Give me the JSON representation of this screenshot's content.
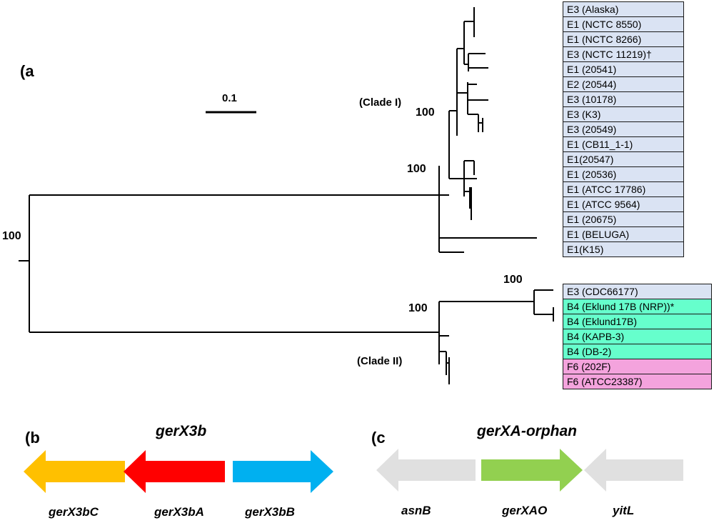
{
  "panels": {
    "a": "(a",
    "b": "(b",
    "c": "(c"
  },
  "scale_bar": "0.1",
  "clades": {
    "clade1": "(Clade I)",
    "clade2": "(Clade II)"
  },
  "supports": {
    "root": "100",
    "clade1_outer": "100",
    "clade1_inner": "100",
    "clade2_outer": "100",
    "clade2_top": "100"
  },
  "strains_clade1": [
    {
      "label": "E3 (Alaska)",
      "color": "#dae3f3"
    },
    {
      "label": "E1 (NCTC 8550)",
      "color": "#dae3f3"
    },
    {
      "label": "E1 (NCTC 8266)",
      "color": "#dae3f3"
    },
    {
      "label": "E3 (NCTC 11219)†",
      "color": "#dae3f3"
    },
    {
      "label": "E1 (20541)",
      "color": "#dae3f3"
    },
    {
      "label": "E2 (20544)",
      "color": "#dae3f3"
    },
    {
      "label": "E3 (10178)",
      "color": "#dae3f3"
    },
    {
      "label": "E3 (K3)",
      "color": "#dae3f3"
    },
    {
      "label": "E3 (20549)",
      "color": "#dae3f3"
    },
    {
      "label": "E1 (CB11_1-1)",
      "color": "#dae3f3"
    },
    {
      "label": "E1(20547)",
      "color": "#dae3f3"
    },
    {
      "label": "E1 (20536)",
      "color": "#dae3f3"
    },
    {
      "label": "E1 (ATCC 17786)",
      "color": "#dae3f3"
    },
    {
      "label": "E1 (ATCC 9564)",
      "color": "#dae3f3"
    },
    {
      "label": "E1 (20675)",
      "color": "#dae3f3"
    },
    {
      "label": "E1 (BELUGA)",
      "color": "#dae3f3"
    },
    {
      "label": "E1(K15)",
      "color": "#dae3f3"
    }
  ],
  "strains_clade2": [
    {
      "label": "E3 (CDC66177)",
      "color": "#dae3f3"
    },
    {
      "label": "B4 (Eklund 17B (NRP))*",
      "color": "#66ffcc"
    },
    {
      "label": "B4 (Eklund17B)",
      "color": "#66ffcc"
    },
    {
      "label": "B4 (KAPB-3)",
      "color": "#66ffcc"
    },
    {
      "label": "B4 (DB-2)",
      "color": "#66ffcc"
    },
    {
      "label": "F6 (202F)",
      "color": "#f4a3dd"
    },
    {
      "label": "F6 (ATCC23387)",
      "color": "#f4a3dd"
    }
  ],
  "operon_b": {
    "title": "gerX3b",
    "genes": [
      {
        "label": "gerX3bC",
        "color": "#ffc000"
      },
      {
        "label": "gerX3bA",
        "color": "#ff0000"
      },
      {
        "label": "gerX3bB",
        "color": "#00b0f0"
      }
    ]
  },
  "operon_c": {
    "title": "gerXA-orphan",
    "genes": [
      {
        "label": "asnB",
        "color": "#e0e0e0"
      },
      {
        "label": "gerXAO",
        "color": "#92d050"
      },
      {
        "label": "yitL",
        "color": "#e0e0e0"
      }
    ]
  }
}
